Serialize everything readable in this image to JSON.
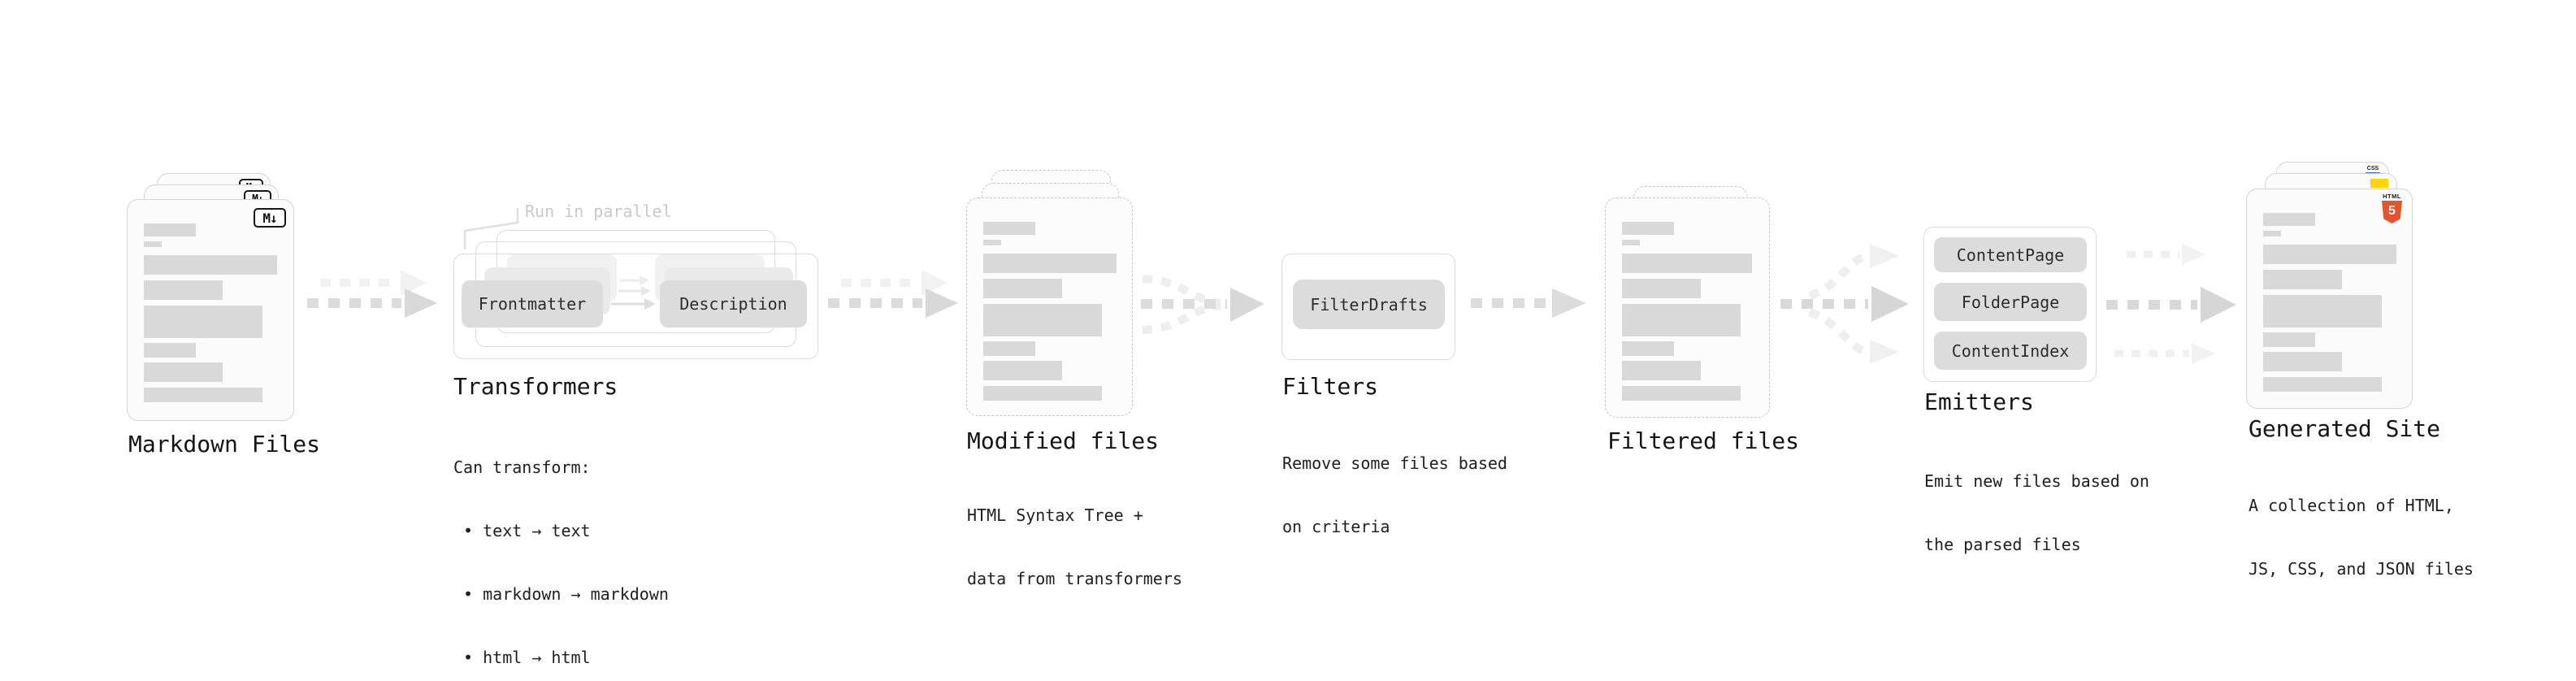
{
  "colors": {
    "html5_orange": "#e5532d",
    "js_yellow": "#ffd600",
    "css_blue": "#2e6bf0",
    "arrow_gray": "#dcdcdc",
    "arrow_ghost_gray": "#f0f0f0",
    "pill_gray": "#dcdcdc"
  },
  "stages": {
    "markdown_files": {
      "label": "Markdown Files",
      "badge": "M↓"
    },
    "transformers": {
      "title": "Transformers",
      "callout": "Run in parallel",
      "pill_from": "Frontmatter",
      "pill_to": "Description",
      "description_lines": [
        "Can transform:",
        " • text → text",
        " • markdown → markdown",
        " • html → html"
      ]
    },
    "modified_files": {
      "title": "Modified files",
      "description_lines": [
        "HTML Syntax Tree +",
        "data from transformers"
      ]
    },
    "filters": {
      "title": "Filters",
      "pill": "FilterDrafts",
      "description_lines": [
        "Remove some files based",
        "on criteria"
      ]
    },
    "filtered_files": {
      "title": "Filtered files"
    },
    "emitters": {
      "title": "Emitters",
      "pills": [
        "ContentPage",
        "FolderPage",
        "ContentIndex"
      ],
      "description_lines": [
        "Emit new files based on",
        "the parsed files"
      ]
    },
    "generated_site": {
      "title": "Generated Site",
      "badge_css": "CSS",
      "badge_html": "HTML",
      "badge_html_number": "5",
      "description_lines": [
        "A collection of HTML,",
        "JS, CSS, and JSON files"
      ]
    }
  }
}
